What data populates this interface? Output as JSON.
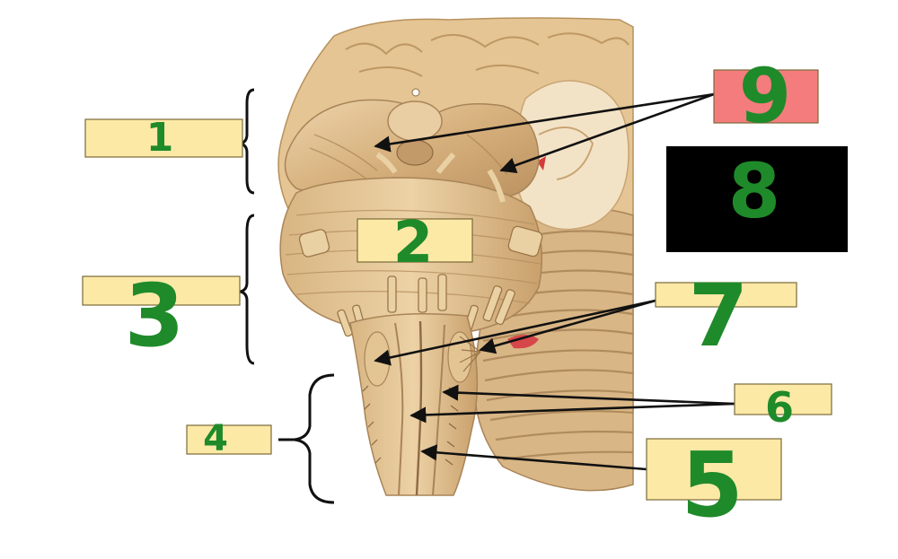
{
  "diagram": {
    "image_subject": "brainstem-anterior-view",
    "colors": {
      "label_box": "#fde9a6",
      "label_box_border": "#7a6a3a",
      "highlight_box": "#f47c7c",
      "black_box": "#000000",
      "handwriting": "#1f8a2a",
      "tissue_light": "#e6c79a",
      "tissue_mid": "#d3ad78",
      "tissue_dark": "#a98458",
      "bracket": "#111111",
      "arrow": "#111111"
    },
    "labels": [
      {
        "id": "1",
        "text": "1"
      },
      {
        "id": "2",
        "text": "2"
      },
      {
        "id": "3",
        "text": "3"
      },
      {
        "id": "4",
        "text": "4"
      },
      {
        "id": "5",
        "text": "5"
      },
      {
        "id": "6",
        "text": "6"
      },
      {
        "id": "7",
        "text": "7"
      },
      {
        "id": "8",
        "text": "8"
      },
      {
        "id": "9",
        "text": "9"
      }
    ]
  }
}
